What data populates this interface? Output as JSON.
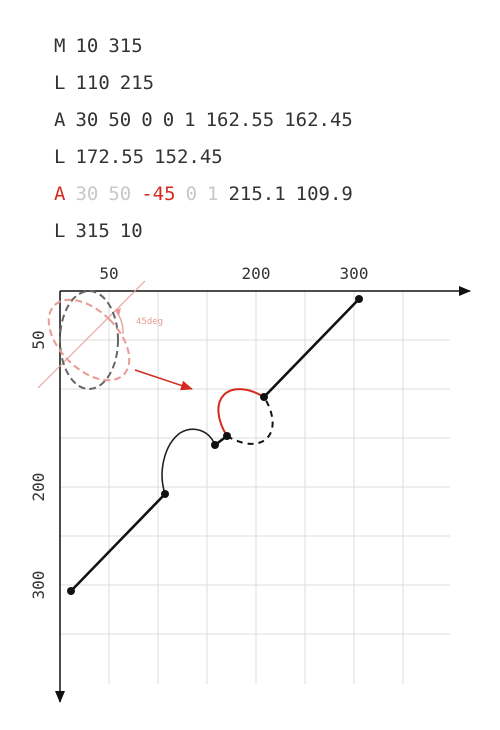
{
  "path_commands": [
    {
      "tokens": [
        {
          "text": "M"
        },
        {
          "text": "10"
        },
        {
          "text": "315"
        }
      ]
    },
    {
      "tokens": [
        {
          "text": "L"
        },
        {
          "text": "110"
        },
        {
          "text": "215"
        }
      ]
    },
    {
      "tokens": [
        {
          "text": "A"
        },
        {
          "text": "30"
        },
        {
          "text": "50"
        },
        {
          "text": "0"
        },
        {
          "text": "0"
        },
        {
          "text": "1"
        },
        {
          "text": "162.55"
        },
        {
          "text": "162.45"
        }
      ]
    },
    {
      "tokens": [
        {
          "text": "L"
        },
        {
          "text": "172.55"
        },
        {
          "text": "152.45"
        }
      ]
    },
    {
      "tokens": [
        {
          "text": "A",
          "style": "hl"
        },
        {
          "text": "30",
          "style": "dim"
        },
        {
          "text": "50",
          "style": "dim"
        },
        {
          "text": "-45",
          "style": "hl"
        },
        {
          "text": "0",
          "style": "dim"
        },
        {
          "text": "1",
          "style": "dim"
        },
        {
          "text": "215.1"
        },
        {
          "text": "109.9"
        }
      ]
    },
    {
      "tokens": [
        {
          "text": "L"
        },
        {
          "text": "315"
        },
        {
          "text": "10"
        }
      ]
    }
  ],
  "axes": {
    "x_ticks": [
      "50",
      "200",
      "300"
    ],
    "y_ticks": [
      "50",
      "200",
      "300"
    ]
  },
  "annotations": {
    "angle_label": "45deg"
  },
  "colors": {
    "path": "#111111",
    "highlight": "#d42a20",
    "grid": "#dddddd",
    "ellipse_original": "#666666",
    "ellipse_rotated": "#e89a94",
    "text": "#333333",
    "dimmed_text": "#c8c8c8"
  }
}
